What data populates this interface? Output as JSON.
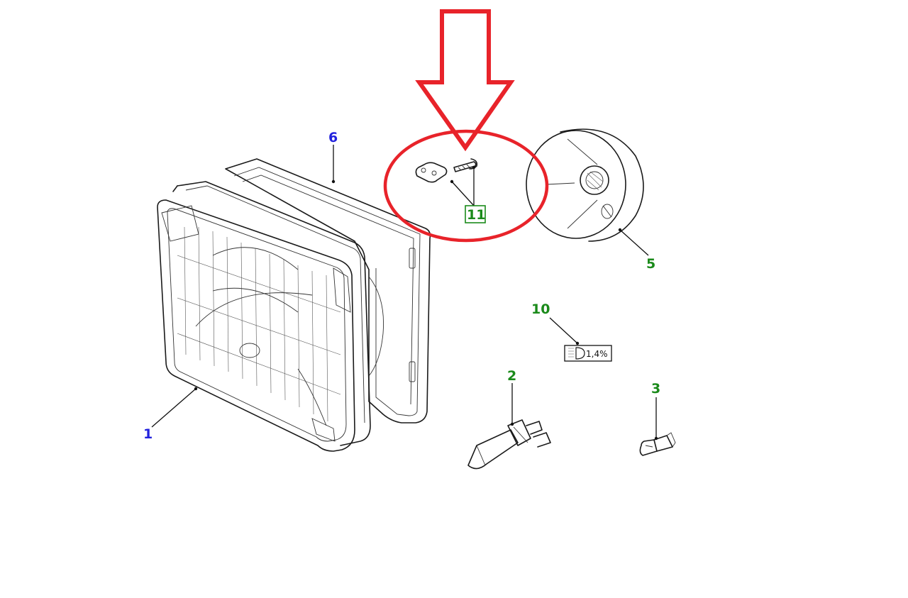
{
  "colors": {
    "blue_callout": "#2222dd",
    "green_callout": "#1a8a1a",
    "highlight_red": "#e8232a"
  },
  "callouts": [
    {
      "id": "1",
      "label": "1",
      "color": "blue"
    },
    {
      "id": "2",
      "label": "2",
      "color": "green"
    },
    {
      "id": "3",
      "label": "3",
      "color": "green"
    },
    {
      "id": "5",
      "label": "5",
      "color": "green"
    },
    {
      "id": "6",
      "label": "6",
      "color": "blue"
    },
    {
      "id": "10",
      "label": "10",
      "color": "green"
    },
    {
      "id": "11",
      "label": "11",
      "color": "green",
      "boxed": true
    }
  ],
  "tag_10": {
    "value": "1,4%"
  }
}
